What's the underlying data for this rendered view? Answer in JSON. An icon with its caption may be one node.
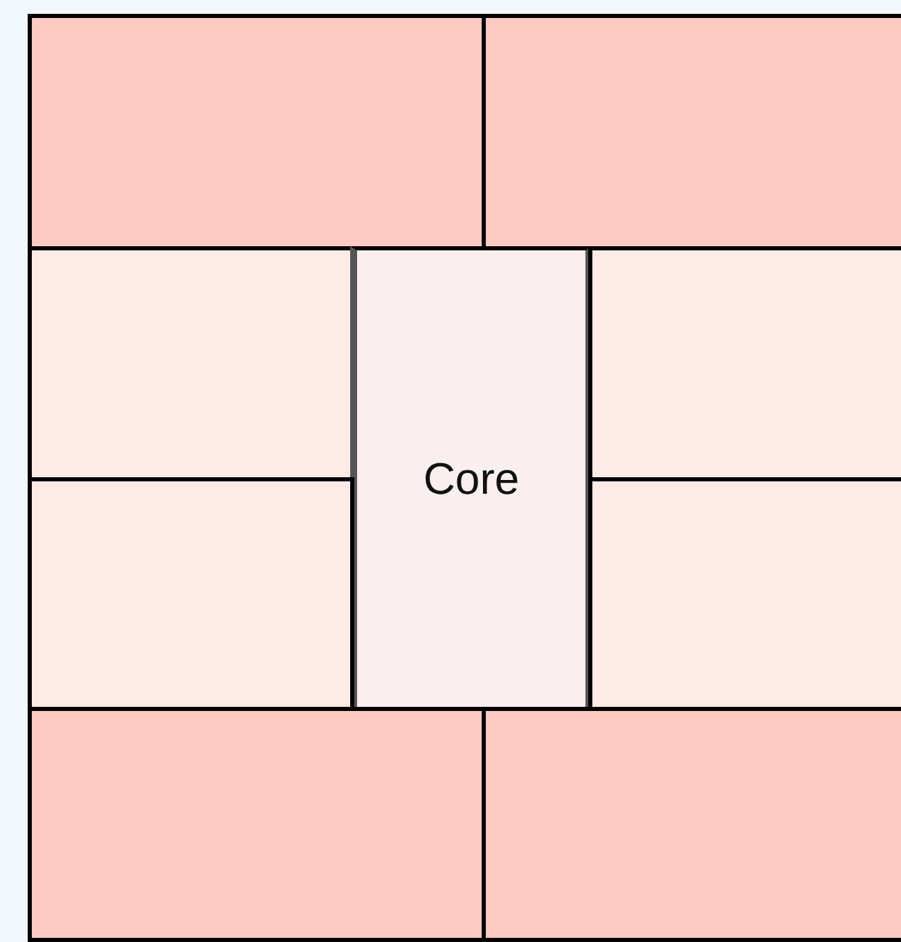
{
  "diagram": {
    "nodes": [
      {
        "text": [],
        "shape": "box"
      },
      {
        "text": [],
        "shape": "box"
      },
      {
        "text": [],
        "shape": "box"
      },
      {
        "text": [
          "Core"
        ]
      },
      {
        "text": [],
        "shape": "box"
      },
      {
        "text": [],
        "shape": "box"
      },
      {
        "text": [],
        "shape": "box"
      },
      {
        "text": [],
        "shape": "box"
      },
      {
        "text": [],
        "shape": "box"
      }
    ]
  }
}
